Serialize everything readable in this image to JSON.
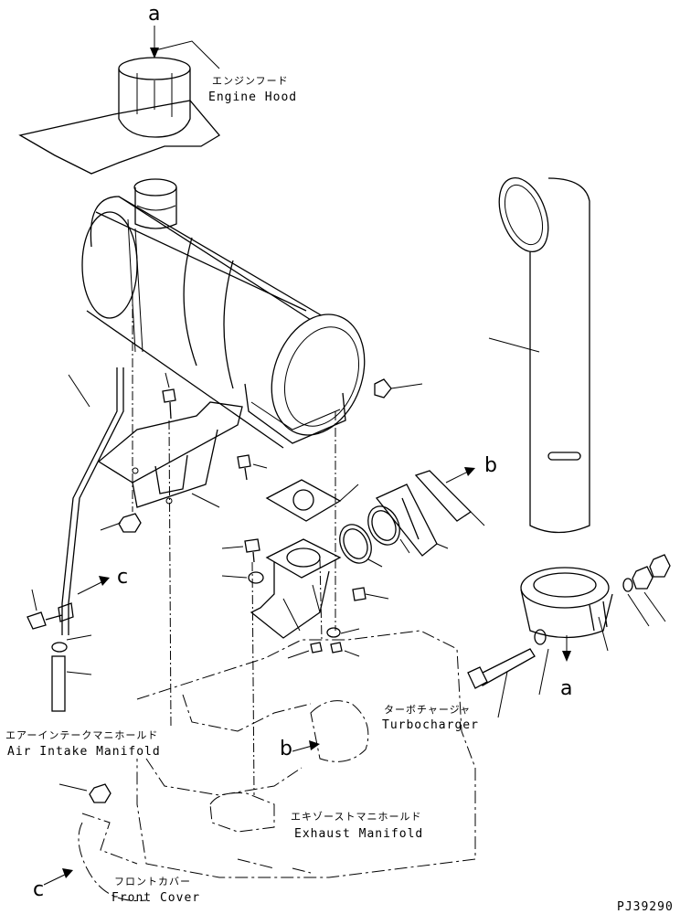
{
  "callouts": {
    "a_top": "a",
    "a_bottom": "a",
    "b_right": "b",
    "b_turbo": "b",
    "c_left": "c",
    "c_bottom": "c"
  },
  "labels": {
    "engine_hood_jp": "エンジンフード",
    "engine_hood_en": "Engine Hood",
    "air_intake_jp": "エアーインテークマニホールド",
    "air_intake_en": "Air Intake Manifold",
    "turbo_jp": "ターボチャージャ",
    "turbo_en": "Turbocharger",
    "exhaust_jp": "エキゾーストマニホールド",
    "exhaust_en": "Exhaust Manifold",
    "front_cover_jp": "フロントカバー",
    "front_cover_en": "Front Cover"
  },
  "drawing_code": "PJ39290"
}
